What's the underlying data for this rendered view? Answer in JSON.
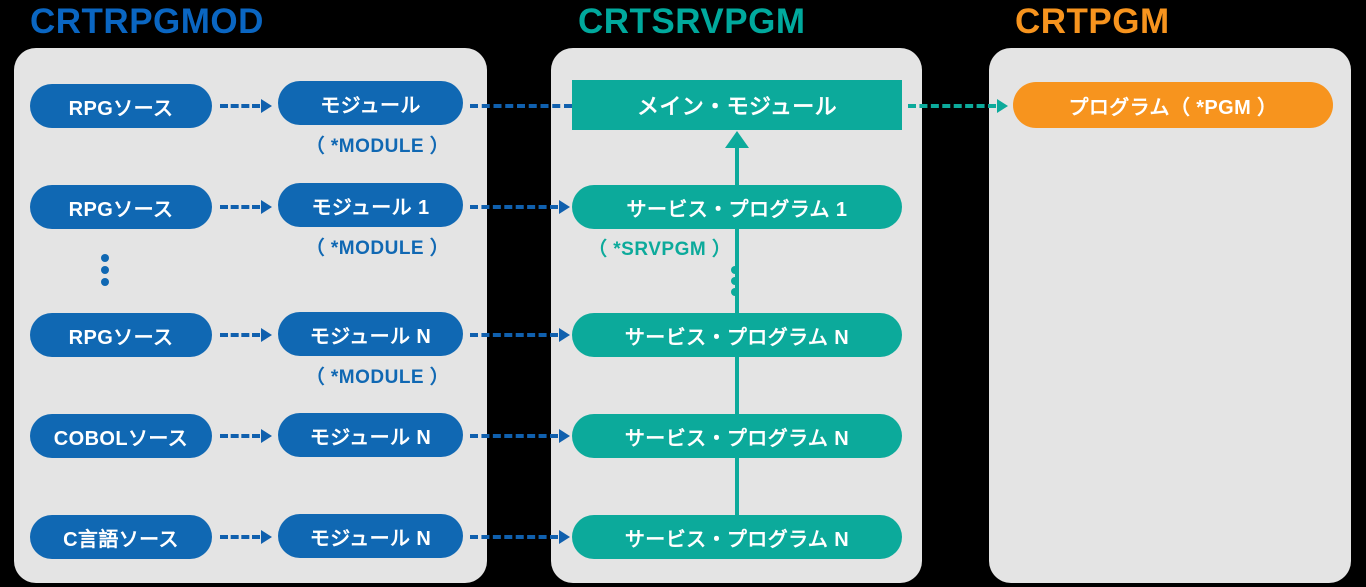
{
  "columns": [
    {
      "id": "crtrpgmod",
      "title": "CRTRPGMOD",
      "color": "#0A66C2",
      "sources": [
        {
          "label": "RPGソース"
        },
        {
          "label": "RPGソース"
        },
        {
          "label": "RPGソース"
        },
        {
          "label": "COBOLソース"
        },
        {
          "label": "C言語ソース"
        }
      ],
      "modules": [
        {
          "label": "モジュール",
          "caption": "（ *MODULE ）"
        },
        {
          "label": "モジュール 1",
          "caption": "（ *MODULE ）"
        },
        {
          "label": "モジュール N",
          "caption": "（ *MODULE ）"
        },
        {
          "label": "モジュール N",
          "caption": ""
        },
        {
          "label": "モジュール N",
          "caption": ""
        }
      ],
      "ellipsis": "vertical-dots"
    },
    {
      "id": "crtsrvpgm",
      "title": "CRTSRVPGM",
      "color": "#00A99D",
      "main_module": {
        "label": "メイン・モジュール"
      },
      "service_programs": [
        {
          "label": "サービス・プログラム 1",
          "caption": "（ *SRVPGM ）"
        },
        {
          "label": "サービス・プログラム N",
          "caption": ""
        },
        {
          "label": "サービス・プログラム N",
          "caption": ""
        },
        {
          "label": "サービス・プログラム N",
          "caption": ""
        }
      ],
      "ellipsis": "vertical-dots"
    },
    {
      "id": "crtpgm",
      "title": "CRTPGM",
      "color": "#F7941E",
      "program": {
        "label": "プログラム（ *PGM ）"
      }
    }
  ],
  "palette": {
    "blue": "#1068B3",
    "blue_title": "#0A66C2",
    "teal": "#0CAA9B",
    "teal_title": "#00A99D",
    "orange": "#F7941E",
    "panel_bg": "#e4e4e4",
    "page_bg": "#000000",
    "arrow_blue": "#1060AE",
    "arrow_teal": "#0CAA9B"
  },
  "icons": {
    "arrow_right": "arrow-right-icon",
    "arrow_up": "arrow-up-icon",
    "ellipsis": "vertical-ellipsis-icon"
  }
}
